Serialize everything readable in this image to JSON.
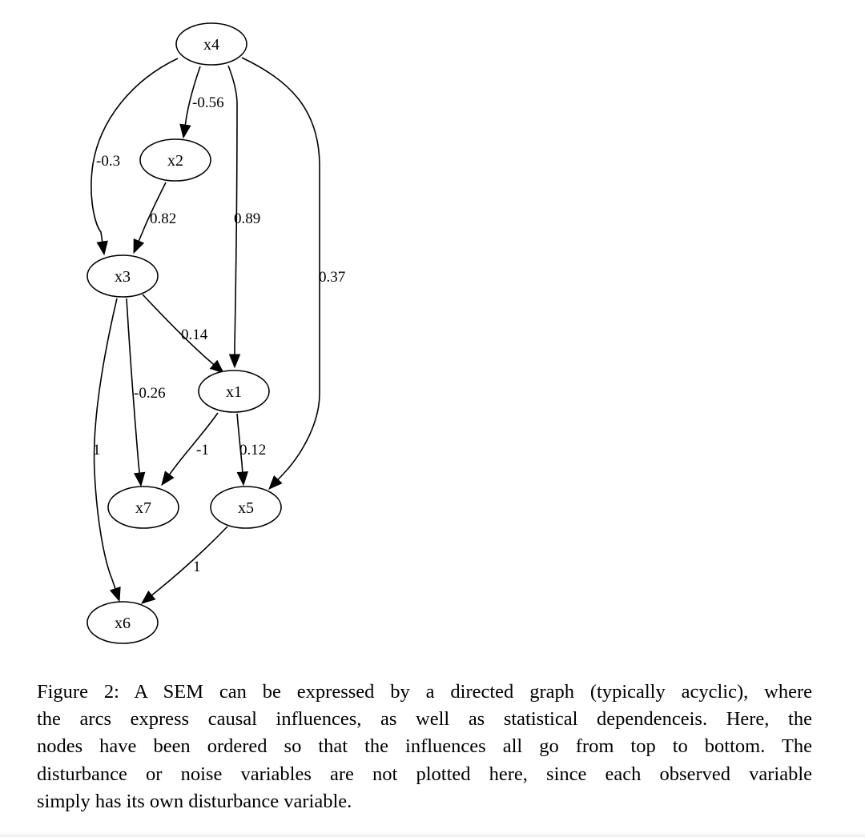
{
  "diagram": {
    "nodes": [
      {
        "id": "x4",
        "label": "x4"
      },
      {
        "id": "x2",
        "label": "x2"
      },
      {
        "id": "x3",
        "label": "x3"
      },
      {
        "id": "x1",
        "label": "x1"
      },
      {
        "id": "x7",
        "label": "x7"
      },
      {
        "id": "x5",
        "label": "x5"
      },
      {
        "id": "x6",
        "label": "x6"
      }
    ],
    "edges": [
      {
        "from": "x4",
        "to": "x2",
        "weight": "-0.56"
      },
      {
        "from": "x4",
        "to": "x3",
        "weight": "-0.3"
      },
      {
        "from": "x4",
        "to": "x1",
        "weight": "0.89"
      },
      {
        "from": "x4",
        "to": "x5",
        "weight": "0.37"
      },
      {
        "from": "x2",
        "to": "x3",
        "weight": "0.82"
      },
      {
        "from": "x3",
        "to": "x1",
        "weight": "0.14"
      },
      {
        "from": "x3",
        "to": "x7",
        "weight": "-0.26"
      },
      {
        "from": "x3",
        "to": "x6",
        "weight": "1"
      },
      {
        "from": "x1",
        "to": "x7",
        "weight": "-1"
      },
      {
        "from": "x1",
        "to": "x5",
        "weight": "0.12"
      },
      {
        "from": "x5",
        "to": "x6",
        "weight": "1"
      }
    ]
  },
  "caption": {
    "lines": [
      "Figure 2: A SEM can be expressed by a directed graph (typically acyclic), where",
      "the arcs express causal influences, as well as statistical dependenceis. Here, the",
      "nodes have been ordered so that the influences all go from top to bottom. The",
      "disturbance or noise variables are not plotted here, since each observed variable",
      "simply has its own disturbance variable."
    ]
  }
}
